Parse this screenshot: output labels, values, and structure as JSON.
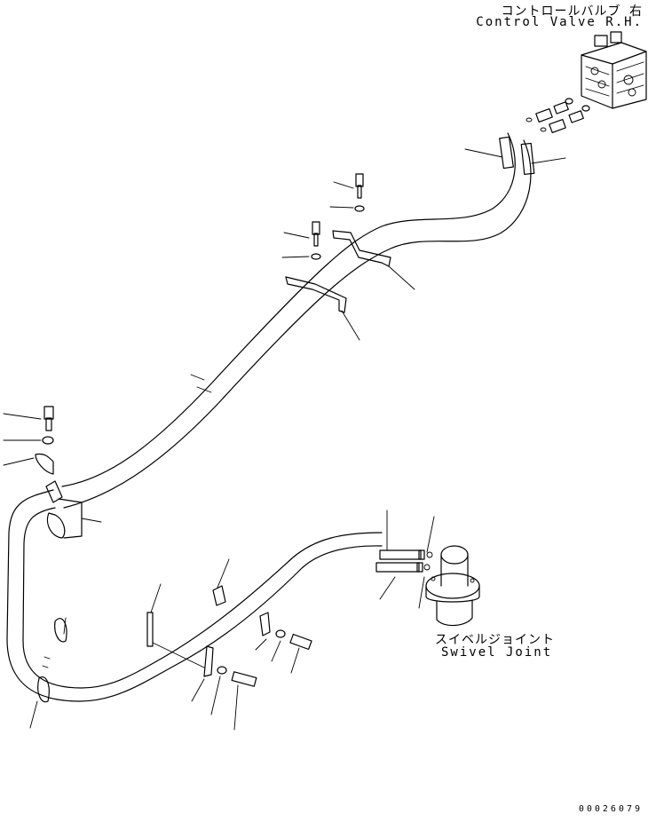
{
  "labels": {
    "control_valve_jp": "コントロールバルブ 右",
    "control_valve_en": "Control Valve R.H.",
    "swivel_joint_jp": "スイベルジョイント",
    "swivel_joint_en": "Swivel Joint",
    "drawing_number": "00026079"
  }
}
